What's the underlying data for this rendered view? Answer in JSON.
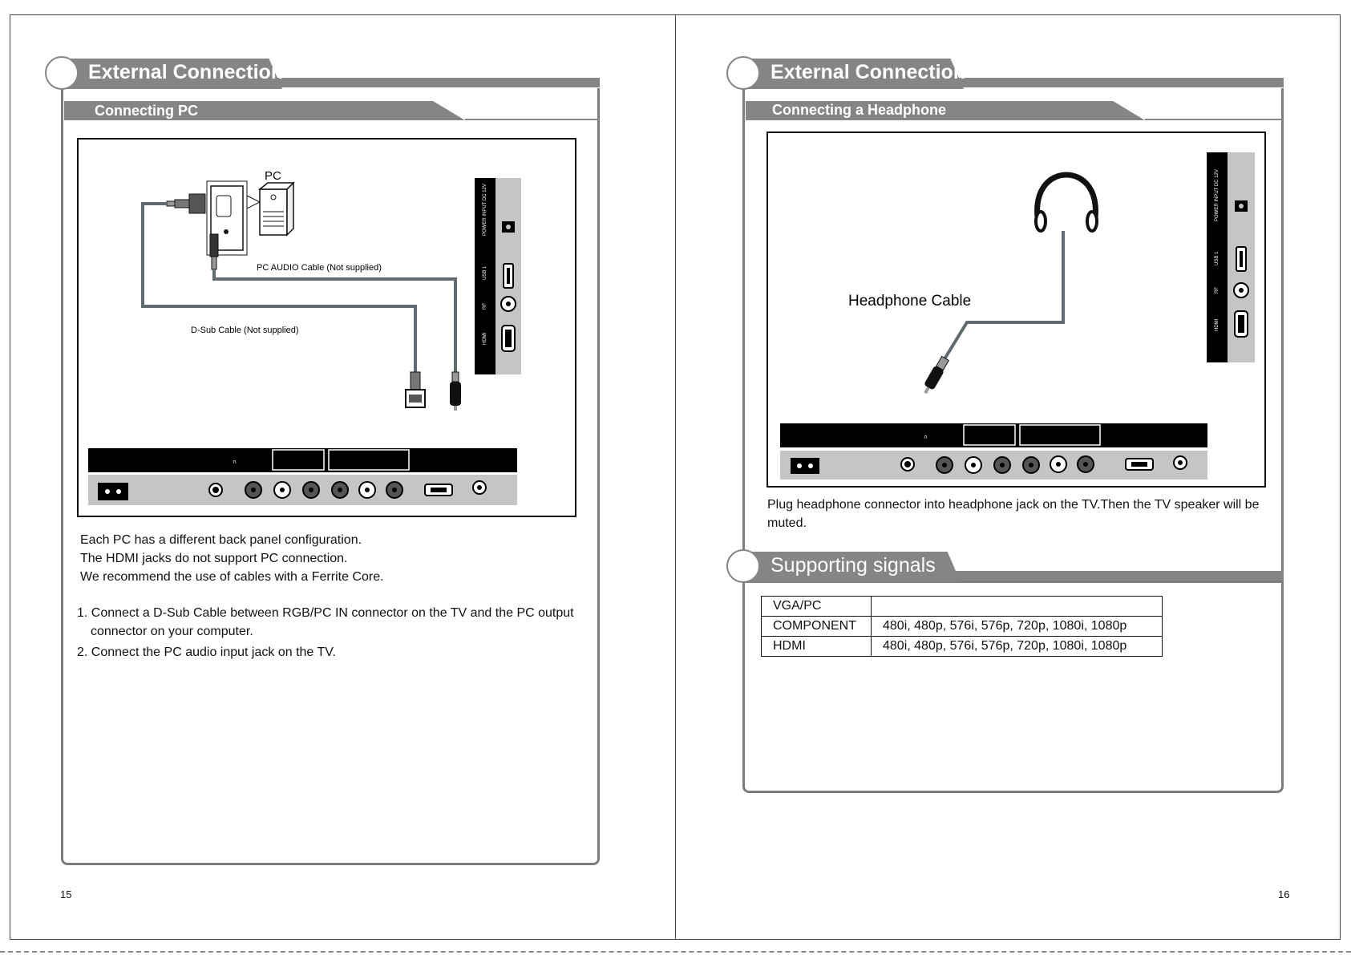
{
  "left_page": {
    "header_title": "External Connection",
    "section_title": "Connecting   PC",
    "diagram": {
      "pc_label": "PC",
      "audio_cable_label": "PC AUDIO Cable (Not supplied)",
      "dsub_cable_label": "D-Sub Cable (Not supplied)",
      "side_labels": [
        "POWER INPUT DC 12V",
        "USB 1",
        "RF",
        "HDMI"
      ]
    },
    "notes": [
      "Each PC has a different back panel configuration.",
      "The HDMI jacks do not support PC connection.",
      "We recommend the use of cables with a Ferrite Core."
    ],
    "steps": [
      "1. Connect a D-Sub Cable between RGB/PC IN connector on the TV and the PC output",
      "connector on your computer.",
      "2. Connect the PC audio input jack on the TV."
    ],
    "page_number": "15"
  },
  "right_page": {
    "header_title": "External Connection",
    "section_title": "Connecting   a  Headphone",
    "diagram": {
      "cable_label": "Headphone Cable",
      "side_labels": [
        "POWER INPUT DC 12V",
        "USB 1",
        "RF",
        "HDMI"
      ]
    },
    "description": [
      "Plug headphone connector into headphone jack on the TV.Then the TV speaker will be",
      "muted."
    ],
    "signals_title": "Supporting signals",
    "signals_table": [
      {
        "name": "VGA/PC",
        "value": ""
      },
      {
        "name": "COMPONENT",
        "value": "480i, 480p, 576i, 576p, 720p, 1080i, 1080p"
      },
      {
        "name": "HDMI",
        "value": "480i, 480p, 576i, 576p, 720p, 1080i, 1080p"
      }
    ],
    "page_number": "16"
  }
}
